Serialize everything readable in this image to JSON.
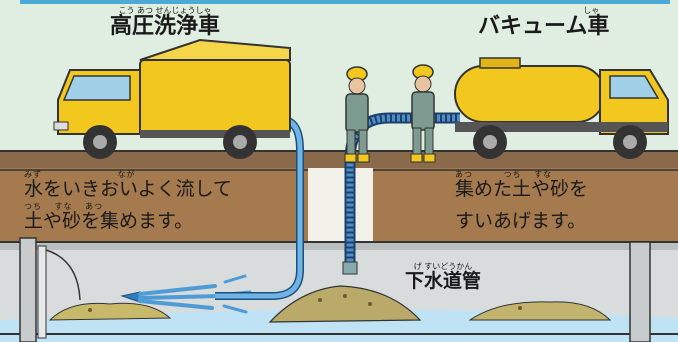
{
  "labels": {
    "pressure_truck": {
      "ruby": "こう あつ せんじょうしゃ",
      "text": "高圧洗浄車"
    },
    "vacuum_truck": {
      "ruby": "しゃ",
      "text": "バキューム車"
    },
    "sewer_pipe": {
      "ruby": "げ すいどうかん",
      "text": "下水道管"
    }
  },
  "captions": {
    "left": {
      "line1_ruby": "みず　　　　　　　　 なが",
      "line1": "水をいきおいよく流して",
      "line2_ruby": "つち　 すな　 あつ",
      "line2": "土や砂を集めます。"
    },
    "right": {
      "line1_ruby": "あつ　　　 つち　 すな",
      "line1": "集めた土や砂を",
      "line2": "すいあげます。"
    }
  },
  "colors": {
    "background": "#dfeee0",
    "truck_yellow": "#f2c81e",
    "pipe_blue": "#4e9bd6",
    "soil": "#a47a4e",
    "water": "#bfe3f4",
    "worker_clothes": "#7e9b92"
  }
}
